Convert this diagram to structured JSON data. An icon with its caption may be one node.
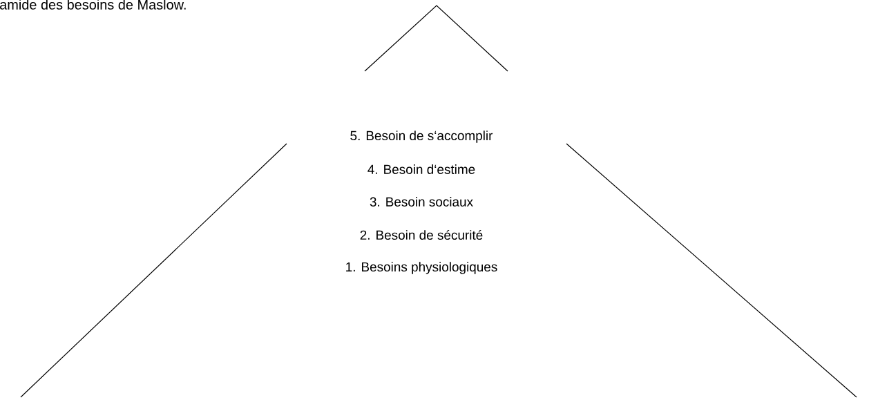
{
  "diagram": {
    "title": "amide des besoins de Maslow.",
    "labels": [
      "5. Besoin de s‘accomplir",
      "4. Besoin d‘estime",
      "3. Besoin sociaux",
      "2. Besoin de sécurité",
      "1. Besoins physiologiques"
    ]
  }
}
